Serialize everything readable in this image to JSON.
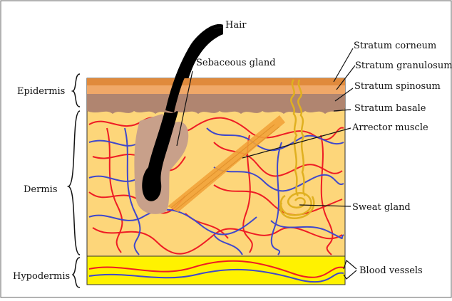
{
  "labels": {
    "hair": "Hair",
    "sebaceous_gland": "Sebaceous gland",
    "stratum_corneum": "Stratum corneum",
    "stratum_granulosum": "Stratum granulosum",
    "stratum_spinosum": "Stratum spinosum",
    "stratum_basale": "Stratum basale",
    "arrector_muscle": "Arrector muscle",
    "sweat_gland": "Sweat gland",
    "blood_vessels": "Blood vessels",
    "epidermis": "Epidermis",
    "dermis": "Dermis",
    "hypodermis": "Hypodermis"
  },
  "colors": {
    "dermis": "#fdd67a",
    "hypodermis": "#fff200",
    "stratum_corneum": "#e08a3c",
    "stratum_granulosum": "#f0a868",
    "epidermis_base": "#b08570",
    "sebaceous": "#c8a08a",
    "hair": "#000000",
    "arteries": "#ee1c24",
    "veins": "#3f48cc",
    "muscle": "#f2a33a",
    "sweat_gland": "#e0b020",
    "border": "#333333"
  }
}
